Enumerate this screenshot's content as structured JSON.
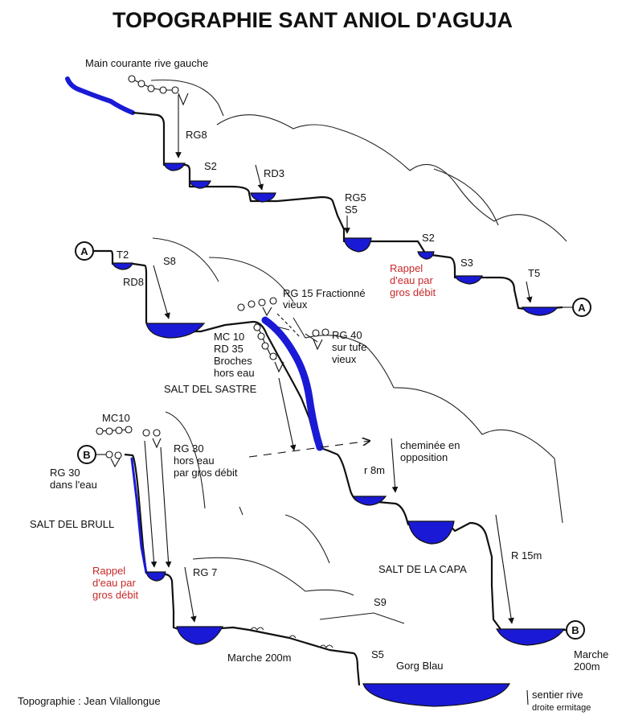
{
  "title": "TOPOGRAPHIE SANT ANIOL D'AGUJA",
  "credit": "Topographie :  Jean Vilallongue",
  "colors": {
    "water": "#1a1ad6",
    "rock": "#111111",
    "rappel_note": "#c8282a"
  },
  "markers": {
    "a": "A",
    "b": "B"
  },
  "section1": {
    "main_courante": "Main courante rive gauche",
    "rg8": "RG8",
    "s2_first": "S2",
    "rd3": "RD3",
    "rg5": "RG5",
    "s5": "S5",
    "s2_second": "S2",
    "s3": "S3",
    "t5": "T5",
    "rappel": [
      "Rappel",
      "d'eau par",
      "gros débit"
    ]
  },
  "section2": {
    "t2": "T2",
    "s8": "S8",
    "rd8": "RD8",
    "rg15": [
      "RG 15 Fractionné",
      "vieux"
    ],
    "rg40": [
      "RG 40",
      "sur tufe",
      "vieux"
    ],
    "mc10": [
      "MC 10",
      "RD 35",
      "Broches",
      "hors eau"
    ],
    "salt_sastre": "SALT DEL SASTRE"
  },
  "section3": {
    "mc10": "MC10",
    "rg30_in": [
      "RG 30",
      "dans l'eau"
    ],
    "rg30_out": [
      "RG 30",
      "hors eau",
      "par gros débit"
    ],
    "salt_brull": "SALT DEL BRULL",
    "rappel": [
      "Rappel",
      "d'eau par",
      "gros débit"
    ],
    "rg7": "RG 7",
    "marche1": "Marche 200m",
    "cheminee": [
      "cheminée en",
      "opposition"
    ],
    "r8m": "r 8m",
    "r15m": "R 15m",
    "salt_capa": "SALT DE LA CAPA",
    "s9": "S9",
    "s5": "S5",
    "gorg_blau": "Gorg Blau",
    "marche2": [
      "Marche",
      "200m"
    ],
    "sentier": [
      "sentier rive",
      "droite ermitage"
    ]
  }
}
